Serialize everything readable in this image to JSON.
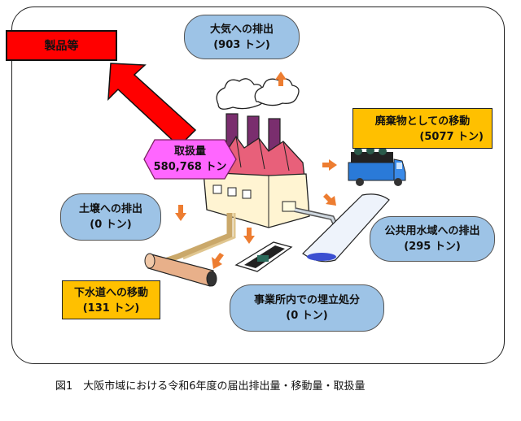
{
  "caption": "図1　大阪市域における令和6年度の届出排出量・移動量・取扱量",
  "products": {
    "label": "製品等"
  },
  "handled": {
    "label": "取扱量",
    "value": "580,768 トン"
  },
  "air": {
    "label": "大気への排出",
    "value": "(903 トン)"
  },
  "waste": {
    "label": "廃棄物としての移動",
    "value": "(5077 トン)"
  },
  "soil": {
    "label": "土壌への排出",
    "value": "(0 トン)"
  },
  "water": {
    "label": "公共用水域への排出",
    "value": "(295 トン)"
  },
  "sewer": {
    "label": "下水道への移動",
    "value": "(131 トン)"
  },
  "landfill": {
    "label": "事業所内での埋立処分",
    "value": "(0 トン)"
  },
  "colors": {
    "bubble": "#9dc3e6",
    "box": "#ffc000",
    "arrow_red": "#ff0000",
    "arrow_orange": "#ed7d31",
    "handled_box": "#ff66ff"
  },
  "icons": [
    "factory-icon",
    "truck-icon",
    "pipe-icon",
    "landfill-pit-icon",
    "drain-pipe-icon"
  ]
}
